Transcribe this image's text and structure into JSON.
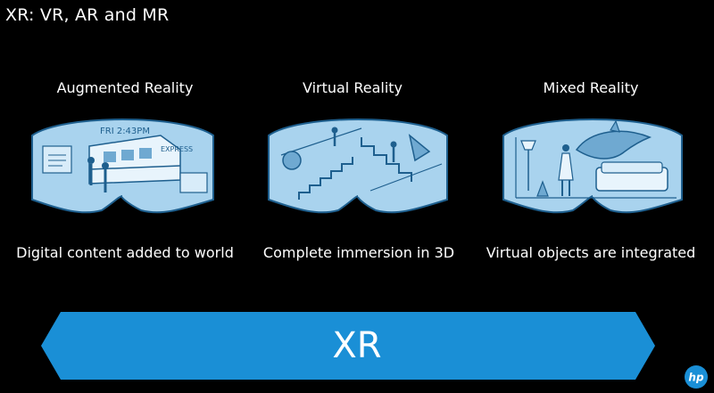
{
  "slide": {
    "title": "XR: VR, AR and MR"
  },
  "columns": [
    {
      "label": "Augmented Reality",
      "caption": "Digital content added to world",
      "time": "FRI 2:43PM",
      "sign": "EXPRESS"
    },
    {
      "label": "Virtual Reality",
      "caption": "Complete immersion in 3D"
    },
    {
      "label": "Mixed Reality",
      "caption": "Virtual objects are integrated"
    }
  ],
  "banner": {
    "label": "XR"
  },
  "logo": {
    "text": "hp"
  },
  "colors": {
    "background": "#000000",
    "visor_fill": "#a9d3ee",
    "visor_line": "#1e5f8e",
    "banner": "#1a8fd6"
  }
}
